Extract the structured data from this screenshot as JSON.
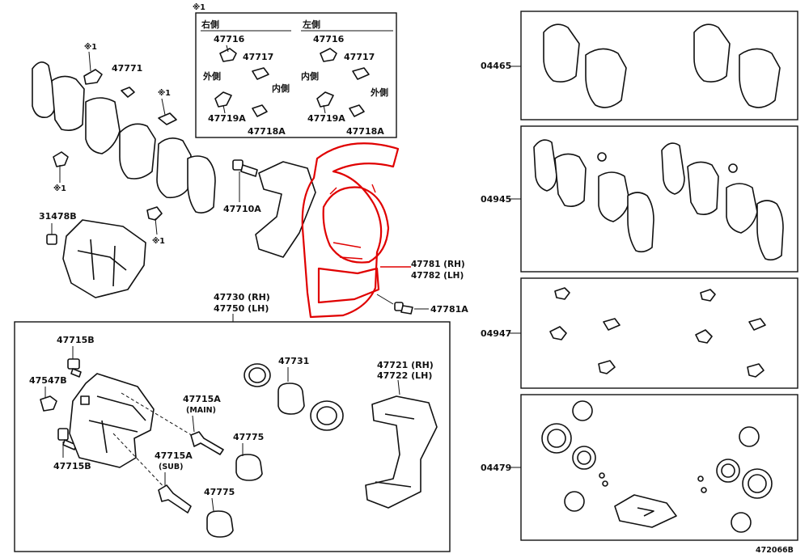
{
  "diagram": {
    "callout_inset": {
      "marker": "※1",
      "right_side_title": "右側",
      "left_side_title": "左側",
      "labels": {
        "r_47716": "47716",
        "r_47717": "47717",
        "r_outer": "外側",
        "r_47719A": "47719A",
        "r_47718A": "47718A",
        "l_47716": "47716",
        "l_47717": "47717",
        "l_inner": "内側",
        "l_outer_word": "内側",
        "l_outer": "外側",
        "l_47719A": "47719A",
        "l_47718A": "47718A"
      }
    },
    "left_upper": {
      "m1a": "※1",
      "p47771": "47771",
      "m1b": "※1",
      "m1c": "※1",
      "m1d": "※1",
      "p31478B": "31478B",
      "p47710A": "47710A"
    },
    "dust_cover": {
      "rh": "47781 (RH)",
      "lh": "47782 (LH)",
      "bolt": "47781A"
    },
    "caliper_assy": {
      "rh": "47730 (RH)",
      "lh": "47750 (LH)"
    },
    "caliper_box": {
      "p47715B_top": "47715B",
      "p47547B": "47547B",
      "p47715B_bot": "47715B",
      "p47715A_main": "47715A",
      "main_note": "(MAIN)",
      "p47715A_sub": "47715A",
      "sub_note": "(SUB)",
      "p47775_a": "47775",
      "p47775_b": "47775",
      "p47731": "47731",
      "p47721": "47721 (RH)",
      "p47722": "47722 (LH)"
    },
    "kits": {
      "k04465": "04465",
      "k04945": "04945",
      "k04947": "04947",
      "k04479": "04479"
    },
    "figure_number": "472066B",
    "highlight_color": "#e00000"
  }
}
